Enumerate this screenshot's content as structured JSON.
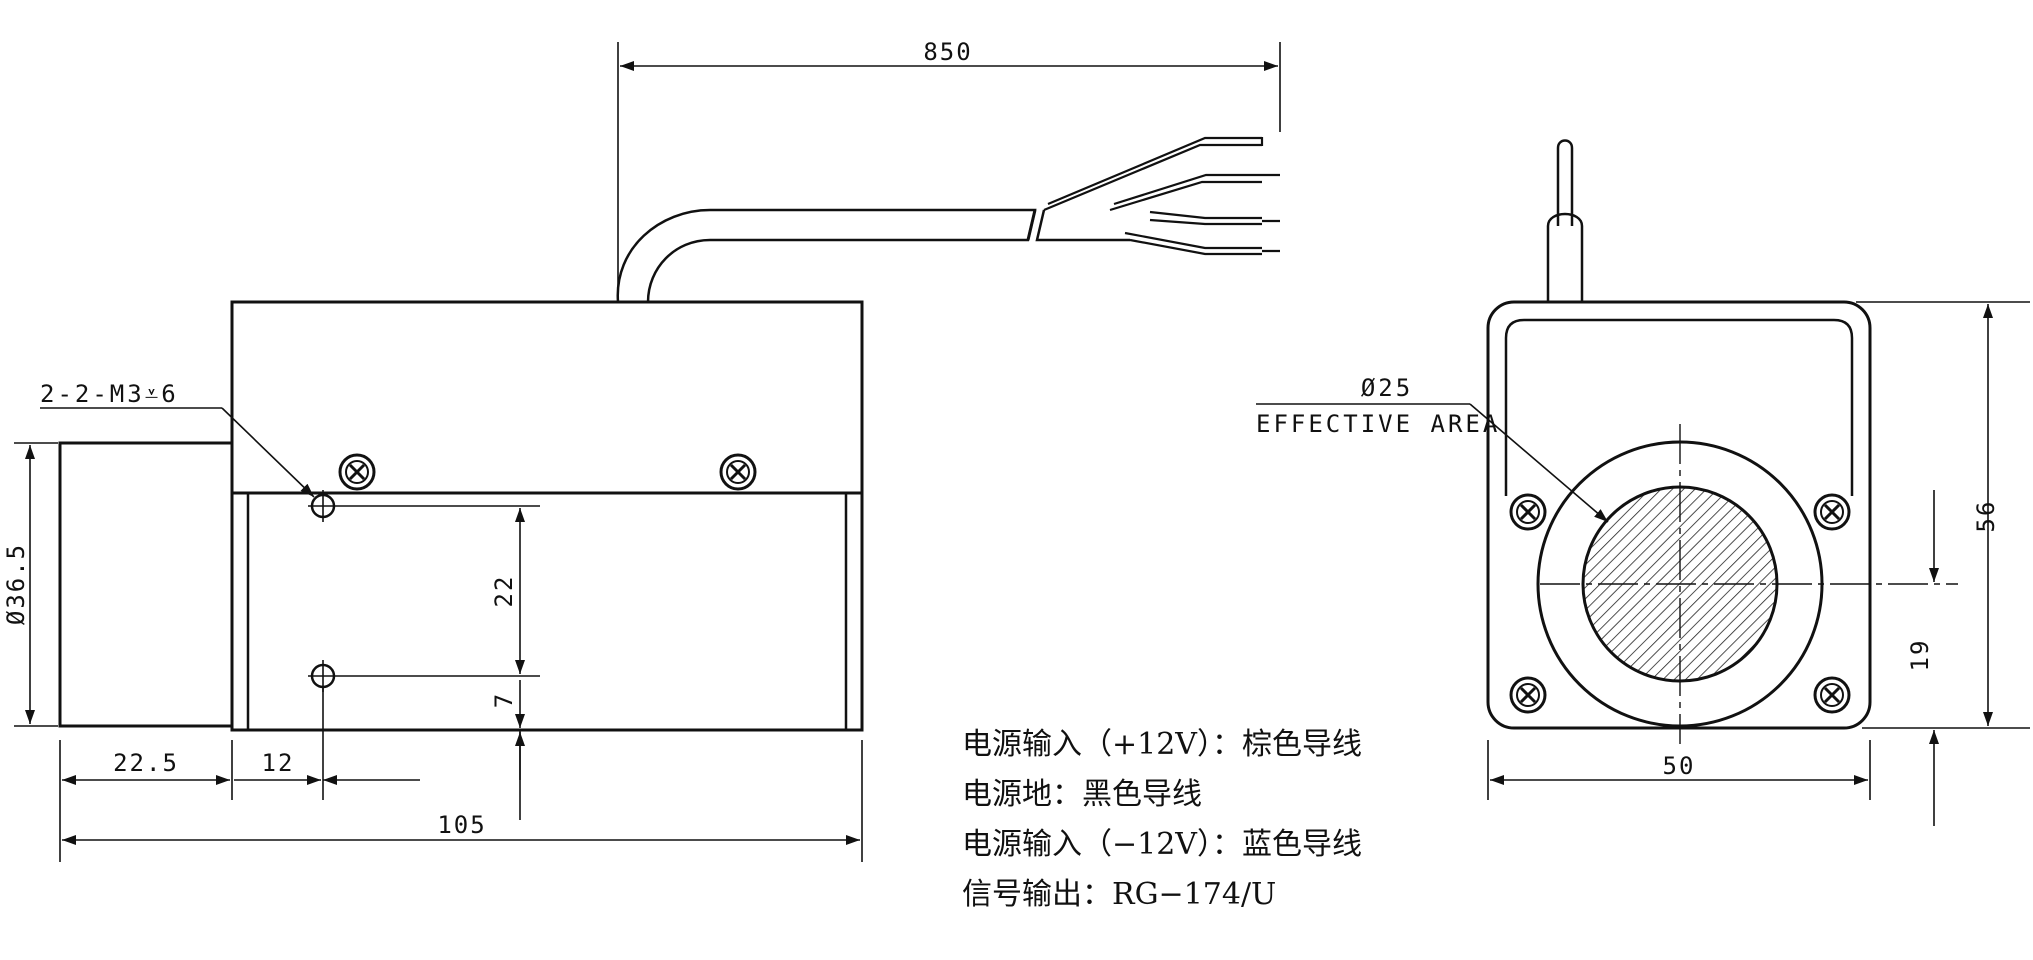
{
  "dimensions": {
    "cable_length": "850",
    "diameter_body": "Ø36.5",
    "length_front": "22.5",
    "hole_offset": "12",
    "total_length": "105",
    "hole_spacing": "22",
    "hole_bottom": "7",
    "height_side": "56",
    "width_side": "50",
    "center_height": "19"
  },
  "labels": {
    "mount_holes": "2-2-M3⩡6",
    "effective_diameter": "Ø25",
    "effective_area": "EFFECTIVE AREA"
  },
  "wiring": [
    {
      "text": "电源输入（+12V）：棕色导线"
    },
    {
      "text": "电源地：黑色导线"
    },
    {
      "text": "电源输入（−12V）：蓝色导线"
    },
    {
      "text": "信号输出：RG−174/U"
    }
  ],
  "colors": {
    "line": "#111111",
    "background": "#ffffff"
  }
}
